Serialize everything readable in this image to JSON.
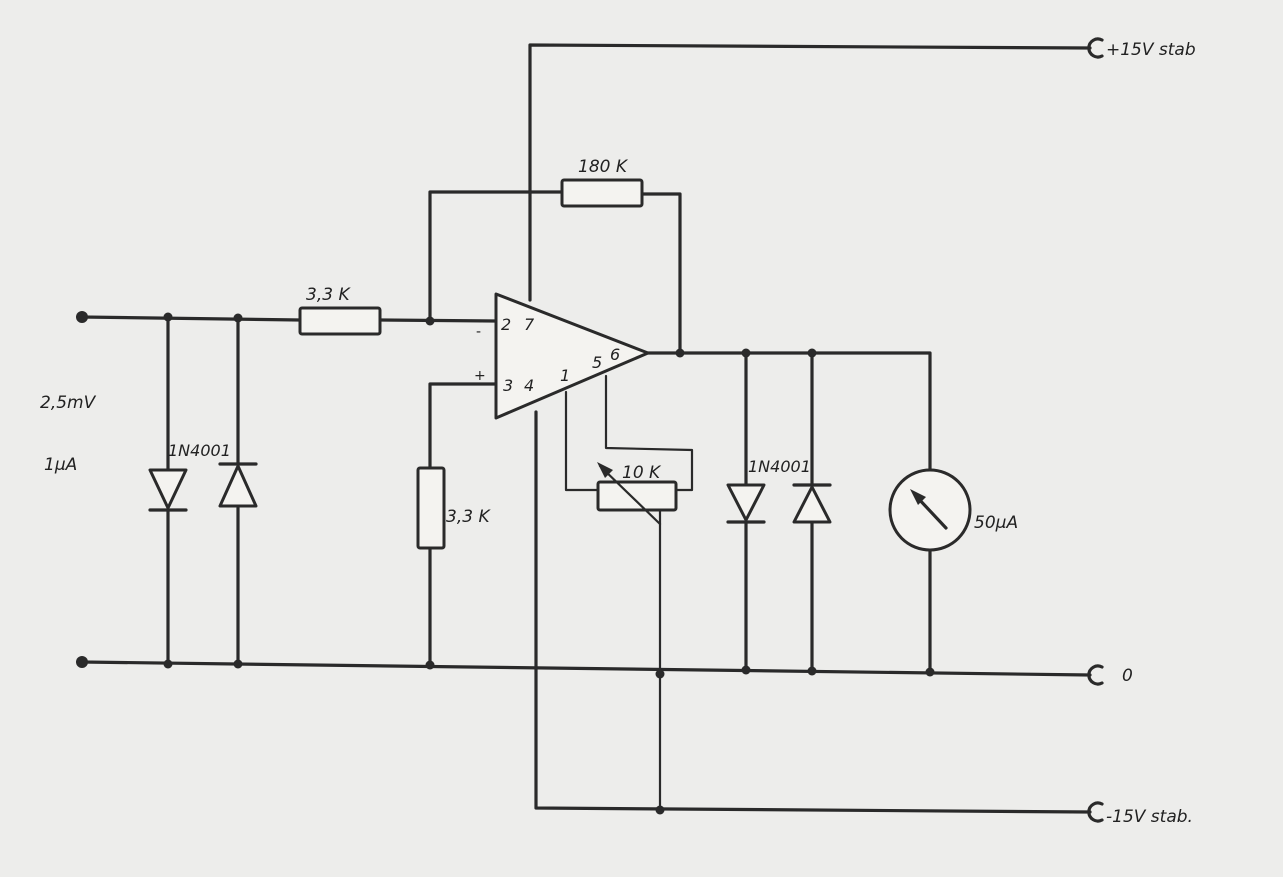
{
  "labels": {
    "pos_supply": "+15V stab",
    "neg_supply": "-15V stab.",
    "ground": "0",
    "input_voltage": "2,5mV",
    "input_current": "1μA",
    "r_feedback": "180 K",
    "r_input": "3,3 K",
    "r_bias": "3,3 K",
    "pot_offset": "10 K",
    "diode_input": "1N4001",
    "diode_output": "1N4001",
    "meter": "50μA"
  },
  "opamp": {
    "pins": [
      "2",
      "7",
      "3",
      "4",
      "1",
      "5",
      "6"
    ],
    "inverting_sign": "-",
    "noninverting_sign": "+"
  }
}
